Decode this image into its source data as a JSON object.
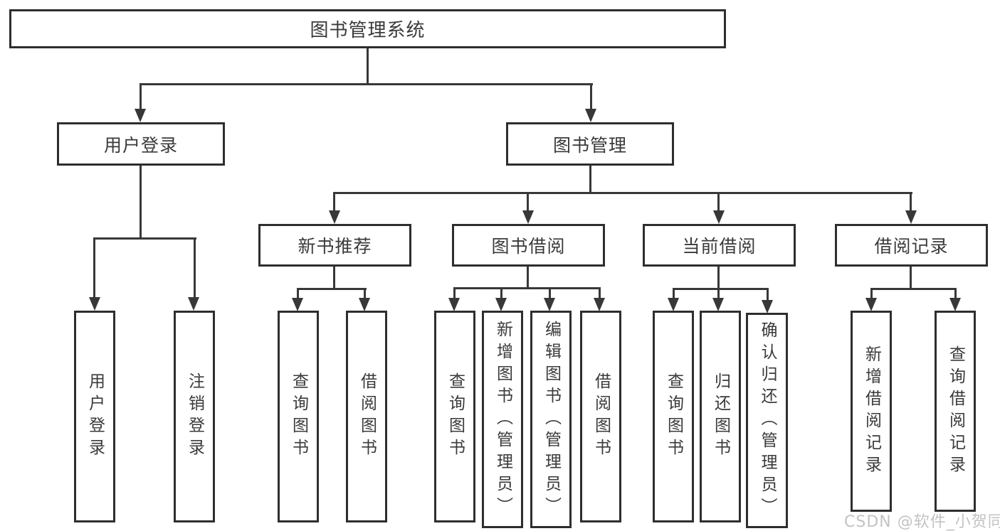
{
  "diagram": {
    "type": "hierarchy-tree",
    "root": {
      "label": "图书管理系统"
    },
    "level1": [
      {
        "label": "用户登录",
        "parent": "图书管理系统"
      },
      {
        "label": "图书管理",
        "parent": "图书管理系统"
      }
    ],
    "level2": [
      {
        "label": "新书推荐",
        "parent": "图书管理"
      },
      {
        "label": "图书借阅",
        "parent": "图书管理"
      },
      {
        "label": "当前借阅",
        "parent": "图书管理"
      },
      {
        "label": "借阅记录",
        "parent": "图书管理"
      }
    ],
    "leaves": [
      {
        "label": "用户登录",
        "parent": "用户登录"
      },
      {
        "label": "注销登录",
        "parent": "用户登录"
      },
      {
        "label": "查询图书",
        "parent": "新书推荐"
      },
      {
        "label": "借阅图书",
        "parent": "新书推荐"
      },
      {
        "label": "查询图书",
        "parent": "图书借阅"
      },
      {
        "label": "新增图书（管理员）",
        "parent": "图书借阅"
      },
      {
        "label": "编辑图书（管理员）",
        "parent": "图书借阅"
      },
      {
        "label": "借阅图书",
        "parent": "图书借阅"
      },
      {
        "label": "查询图书",
        "parent": "当前借阅"
      },
      {
        "label": "归还图书",
        "parent": "当前借阅"
      },
      {
        "label": "确认归还（管理员）",
        "parent": "当前借阅"
      },
      {
        "label": "新增借阅记录",
        "parent": "借阅记录"
      },
      {
        "label": "查询借阅记录",
        "parent": "借阅记录"
      }
    ],
    "colors": {
      "line": "#383838",
      "box_border": "#2e2e2e",
      "text": "#3a3a3a",
      "background": "#ffffff",
      "watermark": "#c3c3c3"
    }
  },
  "watermark": {
    "text": "CSDN @软件_小贺同学"
  }
}
